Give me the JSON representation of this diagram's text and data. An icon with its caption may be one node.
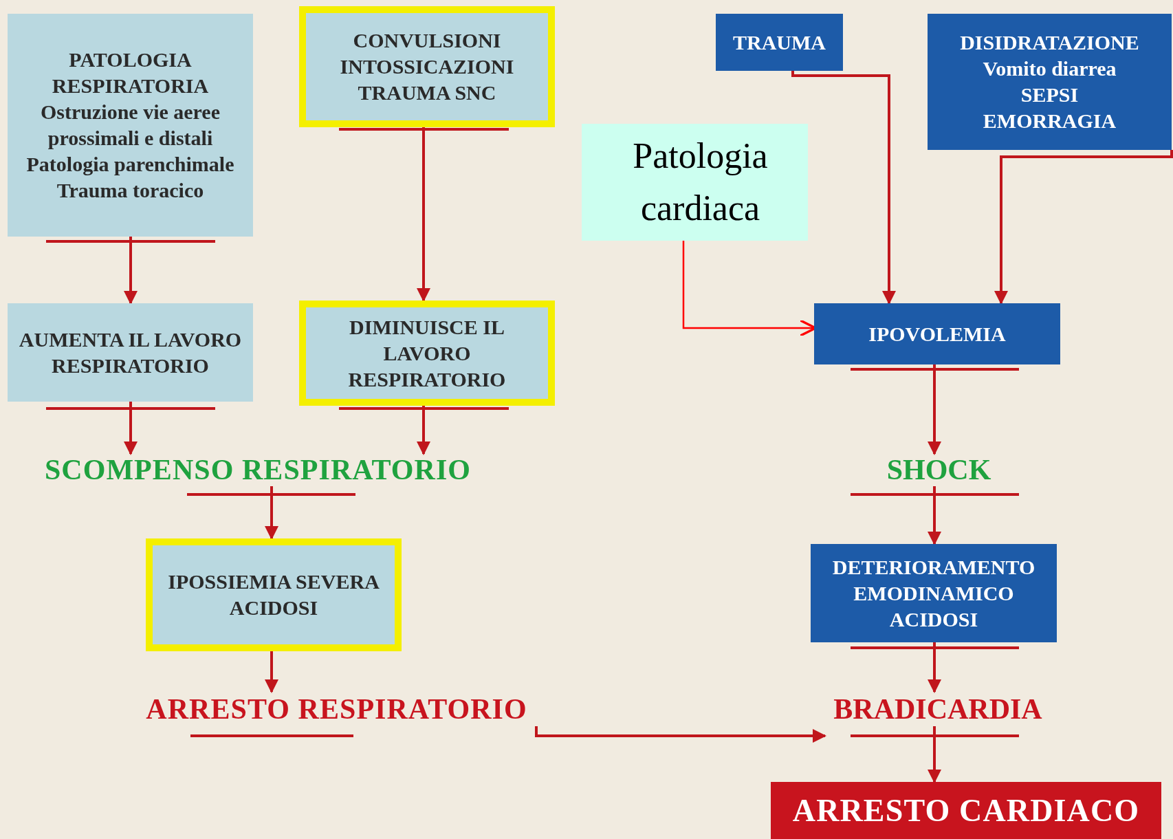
{
  "diagram": {
    "nodes": [
      {
        "text": [
          "PATOLOGIA RESPIRATORIA",
          "Ostruzione vie aeree prossimali e distali Patologia parenchimale Trauma toracico"
        ]
      },
      {
        "text": [
          "CONVULSIONI INTOSSICAZIONI TRAUMA SNC"
        ]
      },
      {
        "text": [
          "Patologia cardiaca"
        ]
      },
      {
        "text": [
          "TRAUMA"
        ]
      },
      {
        "text": [
          "DISIDRATAZIONE",
          "Vomito diarrea",
          "SEPSI",
          "EMORRAGIA"
        ]
      },
      {
        "text": [
          "AUMENTA IL LAVORO RESPIRATORIO"
        ]
      },
      {
        "text": [
          "DIMINUISCE IL LAVORO RESPIRATORIO"
        ]
      },
      {
        "text": [
          "IPOVOLEMIA"
        ]
      },
      {
        "text": [
          "SCOMPENSO RESPIRATORIO"
        ]
      },
      {
        "text": [
          "SHOCK"
        ]
      },
      {
        "text": [
          "IPOSSIEMIA SEVERA ACIDOSI"
        ]
      },
      {
        "text": [
          "DETERIORAMENTO EMODINAMICO ACIDOSI"
        ]
      },
      {
        "text": [
          "ARRESTO RESPIRATORIO"
        ]
      },
      {
        "text": [
          "BRADICARDIA"
        ]
      },
      {
        "text": [
          "ARRESTO CARDIACO"
        ]
      }
    ],
    "edges": [
      {
        "from": 0,
        "to": 5,
        "arrow": "to"
      },
      {
        "from": 1,
        "to": 6,
        "arrow": "to"
      },
      {
        "from": 3,
        "to": 7,
        "arrow": "to"
      },
      {
        "from": 4,
        "to": 7,
        "arrow": "to"
      },
      {
        "from": 2,
        "to": 7,
        "arrow": "to",
        "color": "#ff0000"
      },
      {
        "from": 5,
        "to": 8,
        "arrow": "to"
      },
      {
        "from": 6,
        "to": 8,
        "arrow": "to"
      },
      {
        "from": 7,
        "to": 9,
        "arrow": "to"
      },
      {
        "from": 8,
        "to": 10,
        "arrow": "to"
      },
      {
        "from": 9,
        "to": 11,
        "arrow": "to"
      },
      {
        "from": 10,
        "to": 12,
        "arrow": "to"
      },
      {
        "from": 11,
        "to": 13,
        "arrow": "to"
      },
      {
        "from": 12,
        "to": 13,
        "arrow": "to"
      },
      {
        "from": 13,
        "to": 14,
        "arrow": "to"
      }
    ]
  }
}
